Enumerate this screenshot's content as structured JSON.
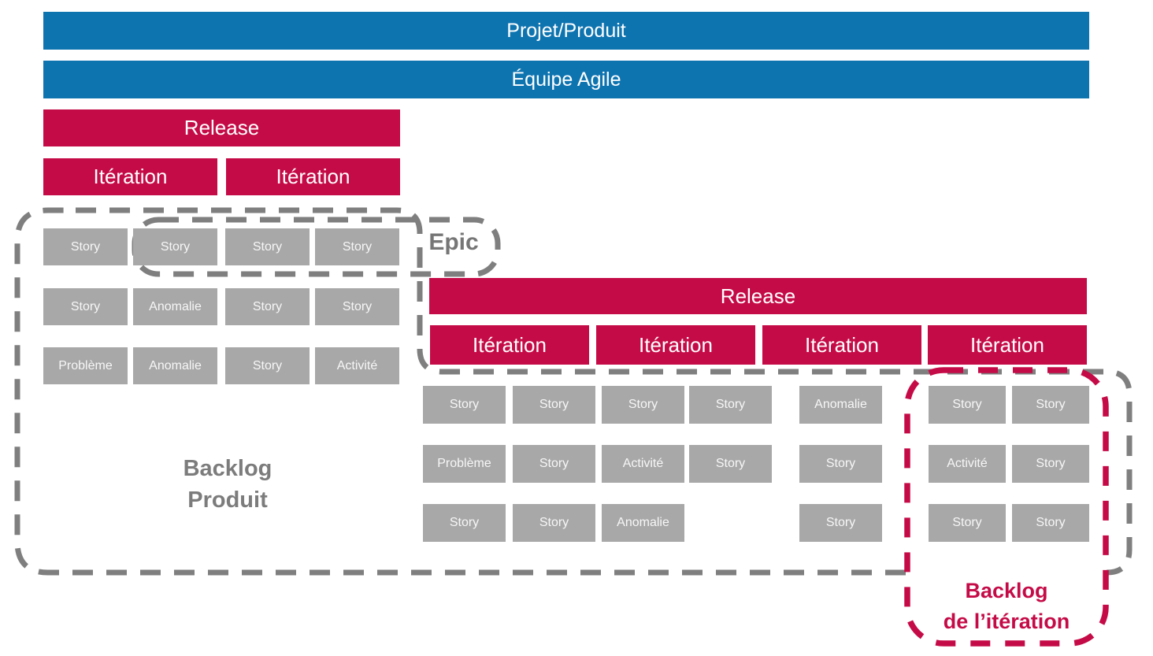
{
  "colors": {
    "blue": "#0e74b0",
    "red": "#c50b47",
    "box_gray": "#a8a8a8",
    "dash_gray": "#7f7f7f",
    "label_gray": "#7c7c7c"
  },
  "top_bars": {
    "project": "Projet/Produit",
    "team": "Équipe Agile"
  },
  "left_section": {
    "release_label": "Release",
    "iterations": [
      "Itération",
      "Itération"
    ],
    "epic_label": "Epic",
    "backlog_line1": "Backlog",
    "backlog_line2": "Produit",
    "grid": [
      [
        "Story",
        "Story",
        "Story",
        "Story"
      ],
      [
        "Story",
        "Anomalie",
        "Story",
        "Story"
      ],
      [
        "Problème",
        "Anomalie",
        "Story",
        "Activité"
      ]
    ]
  },
  "right_section": {
    "release_label": "Release",
    "iterations": [
      "Itération",
      "Itération",
      "Itération",
      "Itération"
    ],
    "grid_main": [
      [
        "Story",
        "Story",
        "Story",
        "Story"
      ],
      [
        "Problème",
        "Story",
        "Activité",
        "Story"
      ],
      [
        "Story",
        "Story",
        "Anomalie",
        ""
      ]
    ],
    "grid_third_iteration": [
      [
        "Anomalie"
      ],
      [
        "Story"
      ],
      [
        "Story"
      ]
    ],
    "grid_iteration_backlog": [
      [
        "Story",
        "Story"
      ],
      [
        "Activité",
        "Story"
      ],
      [
        "Story",
        "Story"
      ]
    ],
    "iteration_backlog_line1": "Backlog",
    "iteration_backlog_line2": "de l’itération"
  }
}
